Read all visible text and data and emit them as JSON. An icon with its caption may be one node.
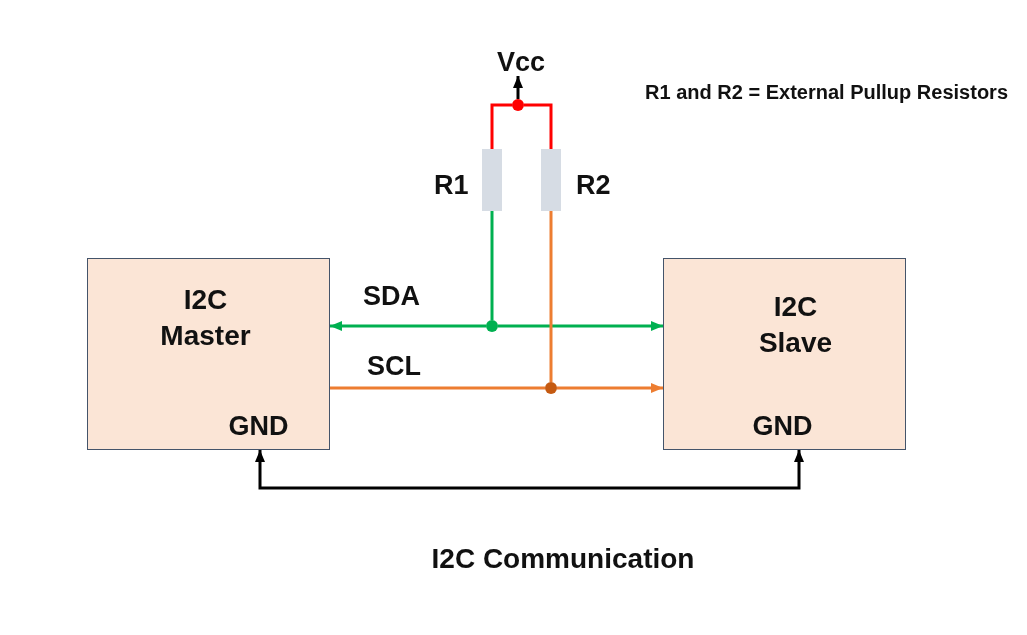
{
  "diagram": {
    "caption": "I2C Communication",
    "nodes": [
      {
        "text": [
          "Vcc"
        ]
      },
      {
        "text": [],
        "shape": "circle"
      },
      {
        "text": [],
        "shape": "box",
        "beside": [
          "R1"
        ]
      },
      {
        "text": [],
        "shape": "box",
        "beside": [
          "R2"
        ]
      },
      {
        "text": [
          "I2C Master",
          "GND"
        ]
      },
      {
        "text": [
          "I2C Slave",
          "GND"
        ]
      },
      {
        "text": [],
        "shape": "circle"
      },
      {
        "text": [],
        "shape": "circle"
      }
    ],
    "edges": [
      {
        "from": 1,
        "to": 0,
        "arrow": "to",
        "color": "#000000"
      },
      {
        "from": 1,
        "to": 2,
        "arrow": "none",
        "color": "#ff0000"
      },
      {
        "from": 1,
        "to": 3,
        "arrow": "none",
        "color": "#ff0000"
      },
      {
        "from": 2,
        "to": 6,
        "arrow": "none",
        "color": "#00b050"
      },
      {
        "from": 6,
        "to": 4,
        "arrow": "to",
        "label": "SDA",
        "color": "#00b050"
      },
      {
        "from": 6,
        "to": 5,
        "arrow": "to",
        "color": "#00b050"
      },
      {
        "from": 3,
        "to": 7,
        "arrow": "none",
        "color": "#ed7d31"
      },
      {
        "from": 4,
        "to": 7,
        "arrow": "none",
        "label": "SCL",
        "color": "#ed7d31"
      },
      {
        "from": 7,
        "to": 5,
        "arrow": "to",
        "color": "#ed7d31"
      },
      {
        "from": 4,
        "to": 5,
        "arrow": "both",
        "color": "#000000"
      }
    ],
    "labels": [
      "R1 and R2 = External Pullup Resistors"
    ]
  }
}
